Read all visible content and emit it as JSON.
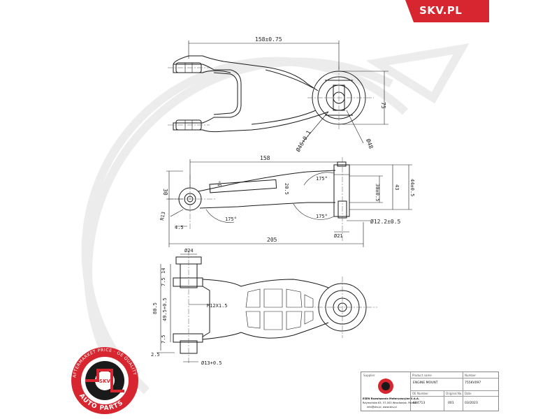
{
  "brand": {
    "label": "SKV.PL",
    "accent": "#d7262f"
  },
  "badge": {
    "ring_text": "AFTERMARKET PRICE · OE QUALITY",
    "center": "SKV",
    "bottom": "AUTO PARTS",
    "color": "#d7262f"
  },
  "dims": {
    "top_width": "158±0.75",
    "top_height": "75",
    "hole_dia": "Ø46+0.1",
    "ring_dia": "Ø48",
    "mid_length": "158",
    "mid_total": "205",
    "mid_left_h": "30",
    "arm_width": "20.5",
    "angle_a": "5°",
    "angle_175_top": "175°",
    "angle_175_bot": "175°",
    "angle_175_left": "175°",
    "radius": "R13",
    "offset": "4.5",
    "h_30": "30±0.5",
    "h_43": "43",
    "h_44": "44±0.5",
    "bolt_dia": "Ø12.2±0.5",
    "pin_dia": "Ø21",
    "bot_top_dia": "Ø24",
    "bot_14": "14",
    "bot_75": "7.5",
    "bot_80": "80.5",
    "bot_495": "49.5+0.5",
    "bot_thread": "M12X1.5",
    "bot_75b": "7.5",
    "bot_25": "2.5",
    "bot_13": "Ø13+0.5"
  },
  "title_block": {
    "h_supplier": "Supplier",
    "h_product": "Product name",
    "h_number": "Number",
    "product": "ENGINE MOUNT",
    "number": "755KV097",
    "h_oe": "OE Number",
    "h_orig": "Original No.",
    "h_date": "Date",
    "oe": "684713",
    "orig": "001",
    "date": "03/2023",
    "company": "ESEN Rozwiązania Motoryzacyjne S.A.A.",
    "address": "Raymońska 63, 57-003 Wrocław/sk. Poland",
    "contact": "info@skv.pl, www.skv.pl"
  }
}
